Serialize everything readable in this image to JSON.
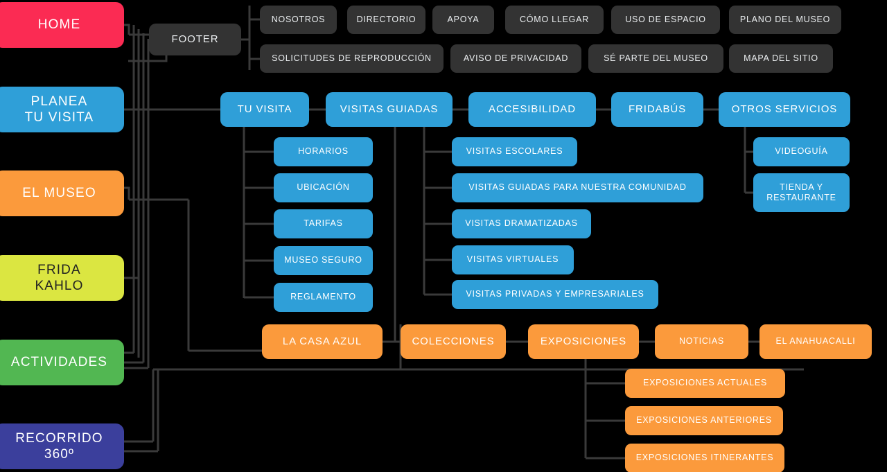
{
  "diagram": {
    "title": "Museo Frida Kahlo - Sitemap",
    "type": "sitemap-tree",
    "background": "#000000",
    "line_color": "#3a3a3a",
    "palette": {
      "home_pink": "#fb2b53",
      "footer_dark": "#333333",
      "blue": "#2f9fd8",
      "orange": "#fb9a3c",
      "lime": "#dbe641",
      "green": "#52b752",
      "navy": "#3b3f9c"
    }
  },
  "nodes": {
    "home": "HOME",
    "footer": "FOOTER",
    "footer_children": [
      "NOSOTROS",
      "DIRECTORIO",
      "APOYA",
      "CÓMO LLEGAR",
      "USO DE ESPACIO",
      "PLANO DEL MUSEO",
      "SOLICITUDES DE REPRODUCCIÓN",
      "AVISO DE PRIVACIDAD",
      "SÉ PARTE DEL MUSEO",
      "MAPA DEL SITIO"
    ],
    "planea_tu_visita": "PLANEA\nTU VISITA",
    "el_museo": "EL MUSEO",
    "frida_kahlo": "FRIDA\nKAHLO",
    "actividades": "ACTIVIDADES",
    "recorrido_360": "RECORRIDO\n360º",
    "tu_visita": "TU VISITA",
    "visitas_guiadas": "VISITAS GUIADAS",
    "accesibilidad": "ACCESIBILIDAD",
    "fridabus": "FRIDABÚS",
    "otros_servicios": "OTROS SERVICIOS",
    "tu_visita_children": [
      "HORARIOS",
      "UBICACIÓN",
      "TARIFAS",
      "MUSEO SEGURO",
      "REGLAMENTO"
    ],
    "visitas_guiadas_children": [
      "VISITAS ESCOLARES",
      "VISITAS GUIADAS PARA NUESTRA COMUNIDAD",
      "VISITAS DRAMATIZADAS",
      "VISITAS VIRTUALES",
      "VISITAS PRIVADAS Y EMPRESARIALES"
    ],
    "otros_servicios_children": [
      "VIDEOGUÍA",
      "TIENDA Y\nRESTAURANTE"
    ],
    "la_casa_azul": "LA CASA AZUL",
    "colecciones": "COLECCIONES",
    "exposiciones": "EXPOSICIONES",
    "noticias": "NOTICIAS",
    "el_anahuacalli": "EL ANAHUACALLI",
    "exposiciones_children": [
      "EXPOSICIONES ACTUALES",
      "EXPOSICIONES ANTERIORES",
      "EXPOSICIONES ITINERANTES"
    ]
  }
}
